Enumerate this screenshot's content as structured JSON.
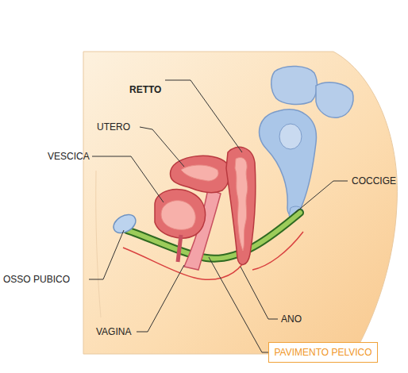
{
  "diagram": {
    "nodes": [
      {
        "text": [
          "PAVIMENTO PELVICO"
        ]
      }
    ],
    "labels": [
      "RETTO",
      "UTERO",
      "VESCICA",
      "COCCIGE",
      "OSSO PUBICO",
      "VAGINA",
      "ANO"
    ]
  }
}
